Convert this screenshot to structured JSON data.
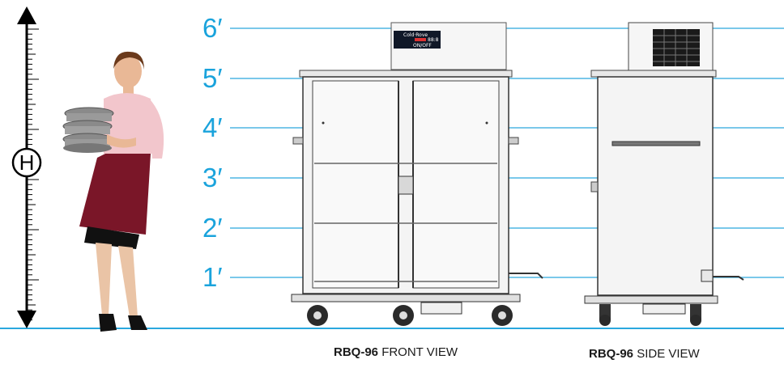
{
  "scale": {
    "labels": [
      "6′",
      "5′",
      "4′",
      "3′",
      "2′",
      "1′"
    ],
    "height_symbol": "H"
  },
  "captions": {
    "front_model": "RBQ-96",
    "front_view": "FRONT VIEW",
    "side_model": "RBQ-96",
    "side_view": "SIDE VIEW"
  },
  "control_panel": {
    "brand": "Cold·Rove",
    "line1": "88:8",
    "line2": "ON/OFF"
  },
  "colors": {
    "guide_line": "#2aa8de",
    "scale_text": "#1aa3dc",
    "ruler": "#000000",
    "apron": "#7a1628",
    "blouse": "#f2c6cc",
    "cabinet": "#f4f4f4",
    "panel": "#101828"
  }
}
